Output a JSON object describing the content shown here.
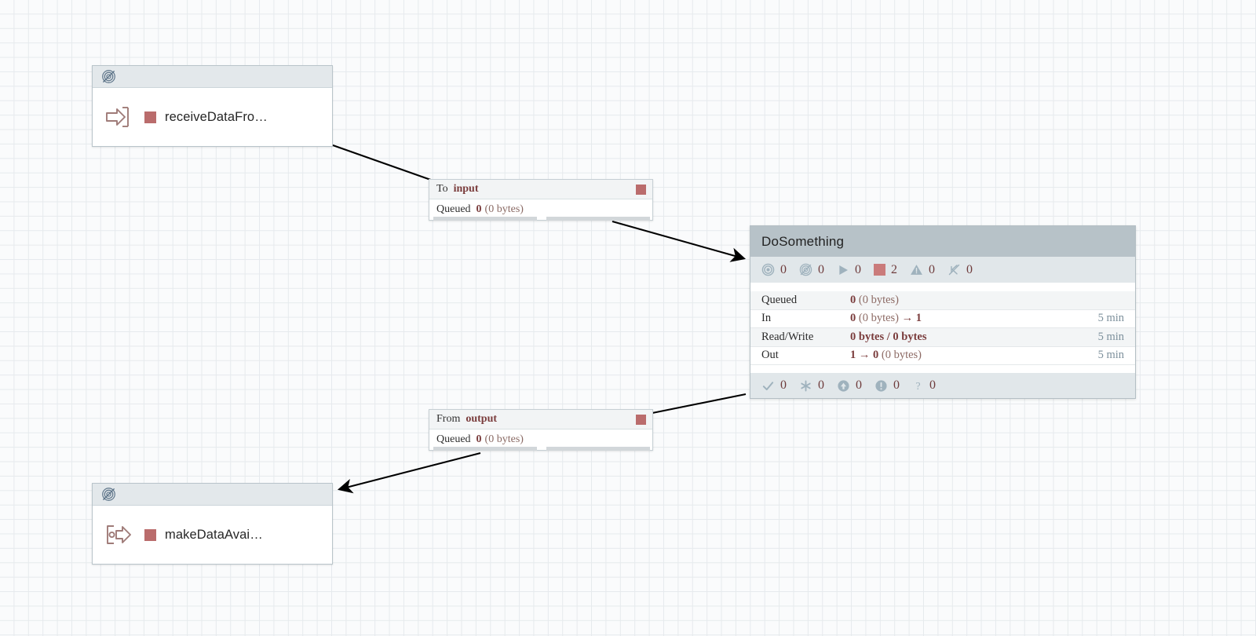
{
  "canvas": {
    "background_color": "#fafbfc",
    "grid_color": "#e6eaed"
  },
  "ports": [
    {
      "id": "input-port",
      "name": "receiveDataFro…",
      "header_icon": "transmission-disabled-icon",
      "body_icon": "input-port-icon",
      "status_color": "#ba6c6c"
    },
    {
      "id": "output-port",
      "name": "makeDataAvai…",
      "header_icon": "transmission-disabled-icon",
      "body_icon": "output-port-icon",
      "status_color": "#ba6c6c"
    }
  ],
  "connections": [
    {
      "id": "connection-to-input",
      "direction": "To",
      "label": "input",
      "queued_label": "Queued",
      "queued_value": "0",
      "queued_size": "(0 bytes)",
      "flag_color": "#ba6c6c"
    },
    {
      "id": "connection-from-output",
      "direction": "From",
      "label": "output",
      "queued_label": "Queued",
      "queued_value": "0",
      "queued_size": "(0 bytes)",
      "flag_color": "#ba6c6c"
    }
  ],
  "process_group": {
    "title": "DoSomething",
    "header_color": "#b7c2c8",
    "stats": [
      {
        "icon": "transmitting-icon",
        "value": "0"
      },
      {
        "icon": "not-transmitting-icon",
        "value": "0"
      },
      {
        "icon": "running-icon",
        "value": "0"
      },
      {
        "icon": "stopped-icon",
        "value": "2"
      },
      {
        "icon": "invalid-icon",
        "value": "0"
      },
      {
        "icon": "disabled-icon",
        "value": "0"
      }
    ],
    "rows": [
      {
        "key": "Queued",
        "value_bold": "0",
        "value_dim": "(0 bytes)",
        "value_extra": "",
        "time": ""
      },
      {
        "key": "In",
        "value_bold": "0",
        "value_dim": "(0 bytes)",
        "value_extra": "→ 1",
        "time": "5 min"
      },
      {
        "key": "Read/Write",
        "value_bold": "0 bytes / 0 bytes",
        "value_dim": "",
        "value_extra": "",
        "time": "5 min"
      },
      {
        "key": "Out",
        "value_bold": "1 → 0",
        "value_dim": "(0 bytes)",
        "value_extra": "",
        "time": "5 min"
      }
    ],
    "footer_stats": [
      {
        "icon": "check-icon",
        "value": "0"
      },
      {
        "icon": "asterisk-icon",
        "value": "0"
      },
      {
        "icon": "up-arrow-circle-icon",
        "value": "0"
      },
      {
        "icon": "exclamation-circle-icon",
        "value": "0"
      },
      {
        "icon": "question-mark-icon",
        "value": "0"
      }
    ]
  }
}
